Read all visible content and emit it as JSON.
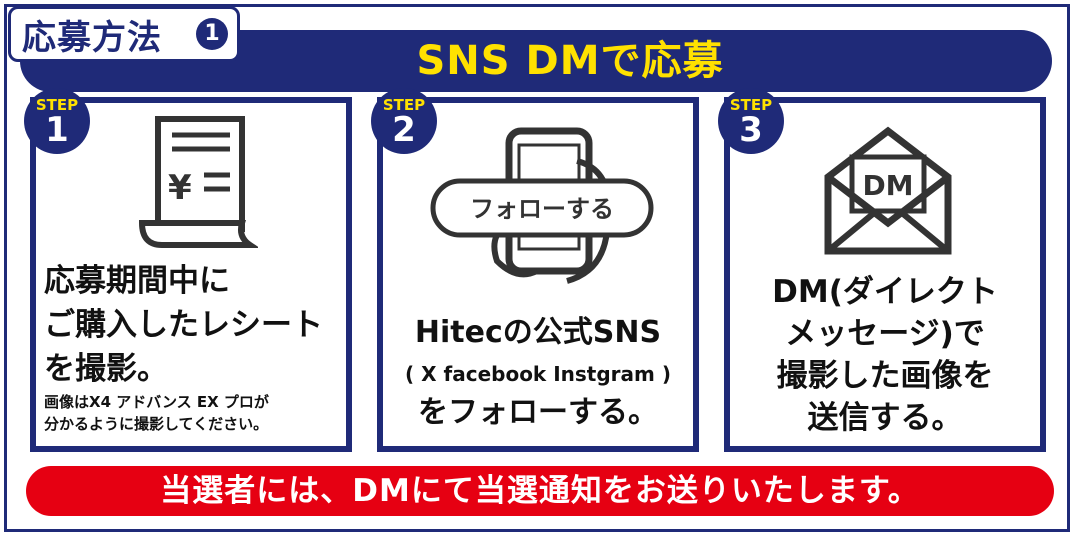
{
  "header": {
    "method_label": "応募方法",
    "method_number": "1",
    "title": "SNS DMで応募"
  },
  "steps": [
    {
      "step_label": "STEP",
      "step_number": "1",
      "icon": "receipt-icon",
      "icon_text": "¥",
      "lines": [
        "応募期間中に",
        "ご購入したレシート",
        "を撮影。"
      ],
      "sub_lines": [
        "画像はX4 アドバンス EX プロが",
        "分かるように撮影してください。"
      ]
    },
    {
      "step_label": "STEP",
      "step_number": "2",
      "icon": "smartphone-follow-icon",
      "icon_text": "フォローする",
      "line1": "Hitecの公式SNS",
      "line2": "( X  facebook  Instgram )",
      "line3": "をフォローする。"
    },
    {
      "step_label": "STEP",
      "step_number": "3",
      "icon": "dm-envelope-icon",
      "icon_text": "DM",
      "lines": [
        "DM(ダイレクト",
        "メッセージ)で",
        "撮影した画像を",
        "送信する。"
      ]
    }
  ],
  "footer": {
    "notice": "当選者には、DMにて当選通知をお送りいたします。"
  },
  "colors": {
    "navy": "#1f2a78",
    "yellow": "#ffe100",
    "red": "#e60012"
  }
}
